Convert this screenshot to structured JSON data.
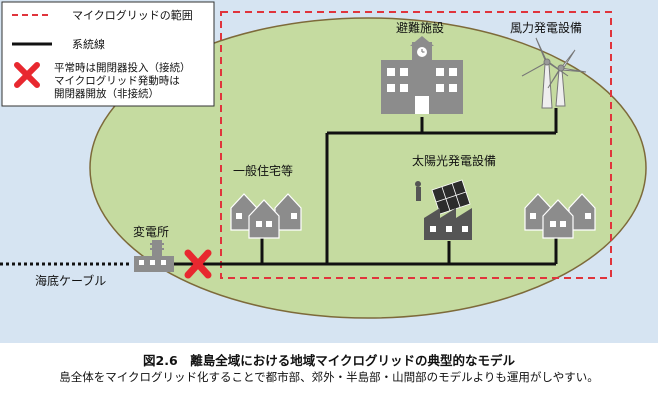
{
  "legend": {
    "microgrid_range": "マイクログリッドの範囲",
    "grid_line": "系統線",
    "breaker_line1": "平常時は開閉器投入（接続）",
    "breaker_line2": "マイクログリッド発動時は",
    "breaker_line3": "開閉器開放（非接続）"
  },
  "labels": {
    "shelter": "避難施設",
    "wind": "風力発電設備",
    "houses": "一般住宅等",
    "solar": "太陽光発電設備",
    "substation": "変電所",
    "cable": "海底ケーブル"
  },
  "caption": {
    "title": "図2.6　離島全域における地域マイクログリッドの典型的なモデル",
    "subtitle": "島全体をマイクログリッド化することで都市部、郊外・半島部・山間部のモデルよりも運用がしやすい。"
  },
  "colors": {
    "sea": "#d6e4f2",
    "island": "#c5dba0",
    "island_stroke": "#7d6a3a",
    "microgrid_border": "#e0343c",
    "line": "#111111",
    "breaker": "#e8282f",
    "building": "#8c8c8c"
  },
  "icons": [
    "school-icon",
    "wind-turbine-icon",
    "house-icon",
    "factory-solar-icon",
    "substation-icon",
    "breaker-x-icon"
  ]
}
